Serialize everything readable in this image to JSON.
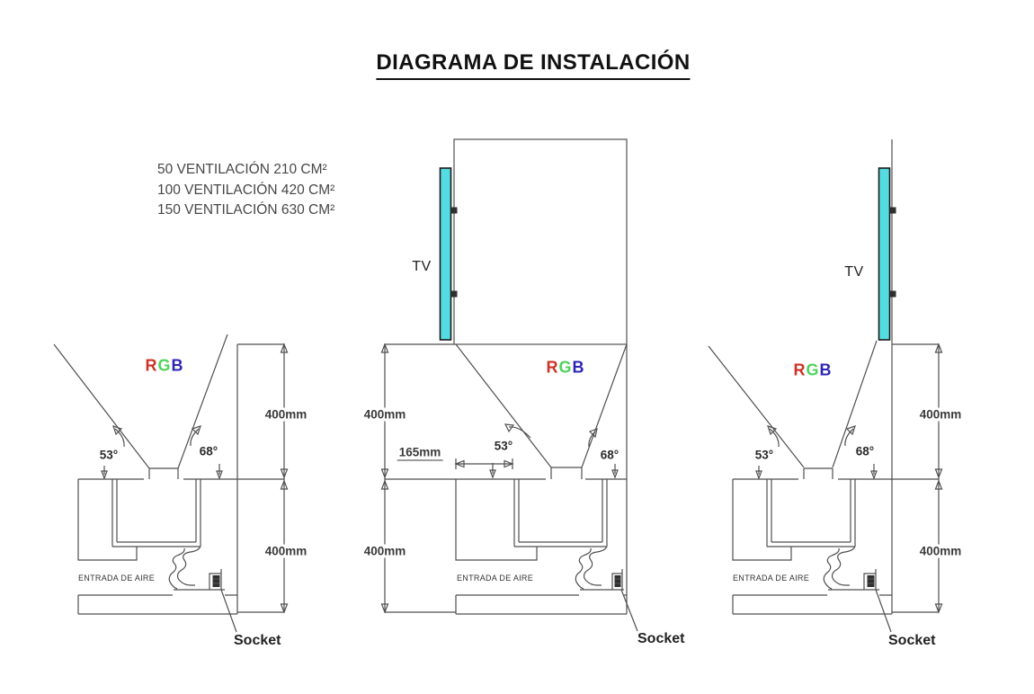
{
  "title": "DIAGRAMA DE INSTALACIÓN",
  "ventilation_note": {
    "line1": "50 VENTILACIÓN 210 CM²",
    "line2": "100 VENTILACIÓN 420 CM²",
    "line3": "150 VENTILACIÓN 630 CM²"
  },
  "diagrams": {
    "left": {
      "rgb": [
        "R",
        "G",
        "B"
      ],
      "angle_left": "53°",
      "angle_right": "68°",
      "dim_upper": "400mm",
      "dim_lower": "400mm",
      "air_inlet": "ENTRADA DE AIRE",
      "socket": "Socket"
    },
    "center": {
      "tv": "TV",
      "rgb": [
        "R",
        "G",
        "B"
      ],
      "angle_left": "53°",
      "angle_right": "68°",
      "dim_upper": "400mm",
      "dim_lower": "400mm",
      "dim_offset": "165mm",
      "air_inlet": "ENTRADA DE AIRE",
      "socket": "Socket"
    },
    "right": {
      "tv": "TV",
      "rgb": [
        "R",
        "G",
        "B"
      ],
      "angle_left": "53°",
      "angle_right": "68°",
      "dim_upper": "400mm",
      "dim_lower": "400mm",
      "air_inlet": "ENTRADA DE AIRE",
      "socket": "Socket"
    }
  },
  "colors": {
    "rgb_red": "#cc3326",
    "rgb_green": "#4fd35c",
    "rgb_blue": "#2d25b5",
    "tv_screen": "#55dce3",
    "line": "#4f4f4f"
  }
}
